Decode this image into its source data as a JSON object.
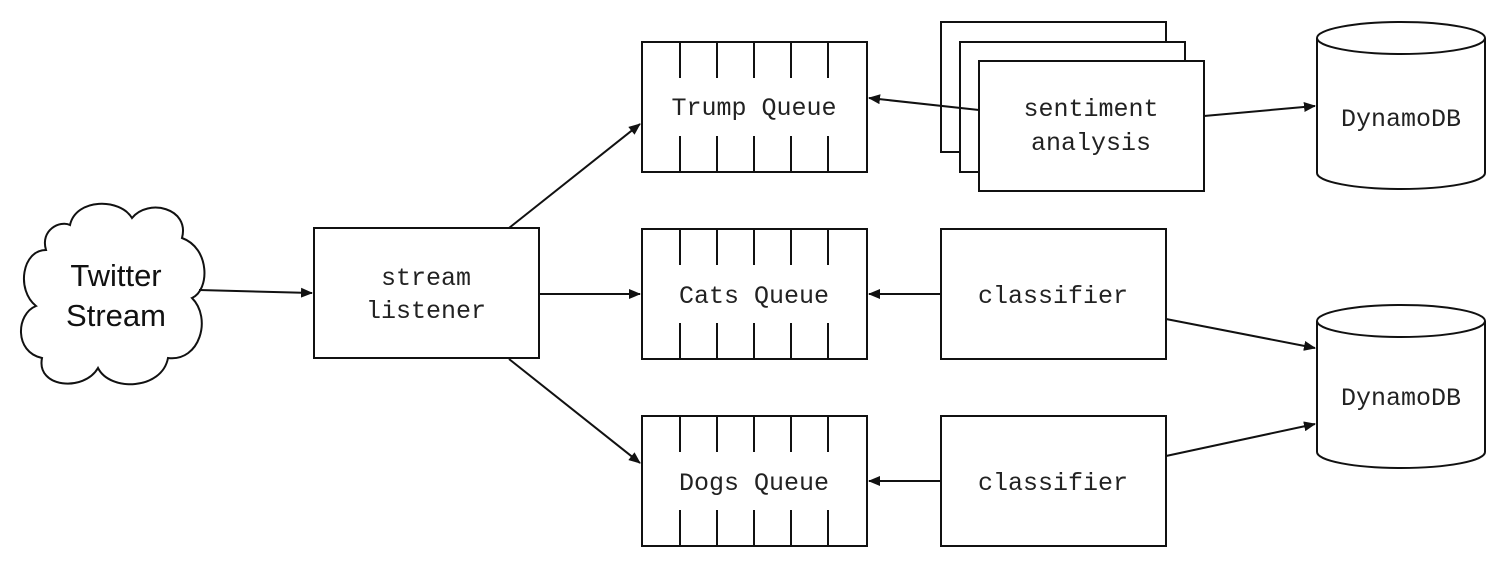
{
  "diagram": {
    "source": {
      "line1": "Twitter",
      "line2": "Stream"
    },
    "listener": {
      "line1": "stream",
      "line2": "listener"
    },
    "queues": [
      {
        "label": "Trump Queue"
      },
      {
        "label": "Cats Queue"
      },
      {
        "label": "Dogs Queue"
      }
    ],
    "workers": [
      {
        "line1": "sentiment",
        "line2": "analysis"
      },
      {
        "label": "classifier"
      },
      {
        "label": "classifier"
      }
    ],
    "databases": [
      {
        "label": "DynamoDB"
      },
      {
        "label": "DynamoDB"
      }
    ]
  }
}
